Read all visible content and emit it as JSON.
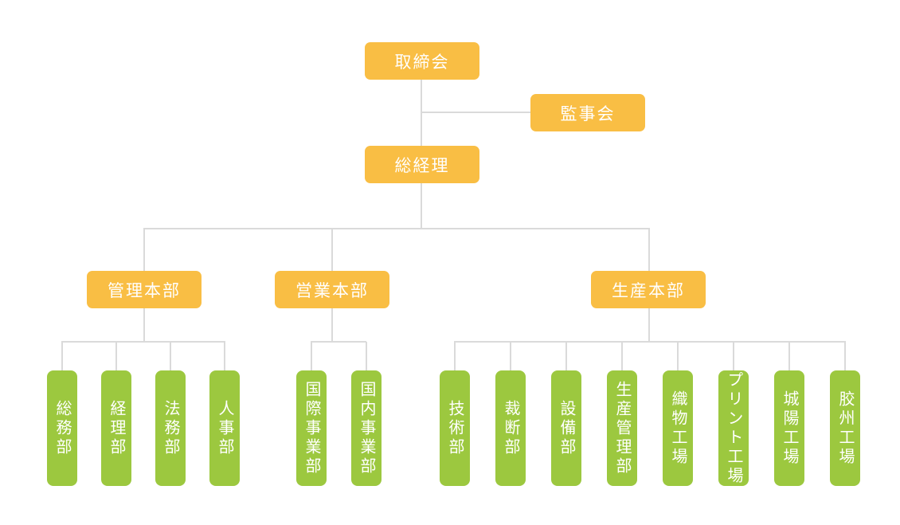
{
  "org_chart": {
    "board": {
      "label": "取締会"
    },
    "auditors": {
      "label": "監事会"
    },
    "general_manager": {
      "label": "総経理"
    },
    "divisions": [
      {
        "label": "管理本部",
        "departments": [
          "総務部",
          "経理部",
          "法務部",
          "人事部"
        ]
      },
      {
        "label": "営業本部",
        "departments": [
          "国際事業部",
          "国内事業部"
        ]
      },
      {
        "label": "生産本部",
        "departments": [
          "技術部",
          "裁断部",
          "設備部",
          "生産管理部",
          "織物工場",
          "プリント工場",
          "城陽工場",
          "胶州工場"
        ]
      }
    ],
    "colors": {
      "executive_node": "#f9be44",
      "department_node": "#9cc83f",
      "connector": "#dadada",
      "node_text": "#ffffff",
      "background": "#ffffff"
    }
  }
}
